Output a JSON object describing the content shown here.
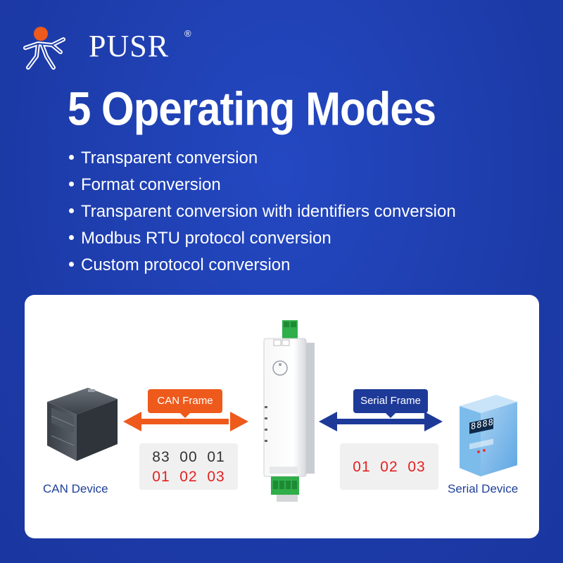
{
  "brand": {
    "name": "PUSR",
    "registered": "®",
    "accent_orange": "#ee5a1c",
    "background_blue": "#1f3fae"
  },
  "headline": "5 Operating Modes",
  "modes": [
    "Transparent conversion",
    "Format conversion",
    "Transparent conversion with identifiers conversion",
    "Modbus RTU protocol conversion",
    "Custom protocol conversion"
  ],
  "diagram": {
    "can_device_label": "CAN Device",
    "serial_device_label": "Serial Device",
    "can_frame_label": "CAN Frame",
    "serial_frame_label": "Serial Frame",
    "can_frame_row1": "83  00  01",
    "can_frame_row2": "01  02  03",
    "serial_frame_row1": "01  02  03",
    "serial_display": "8888"
  }
}
